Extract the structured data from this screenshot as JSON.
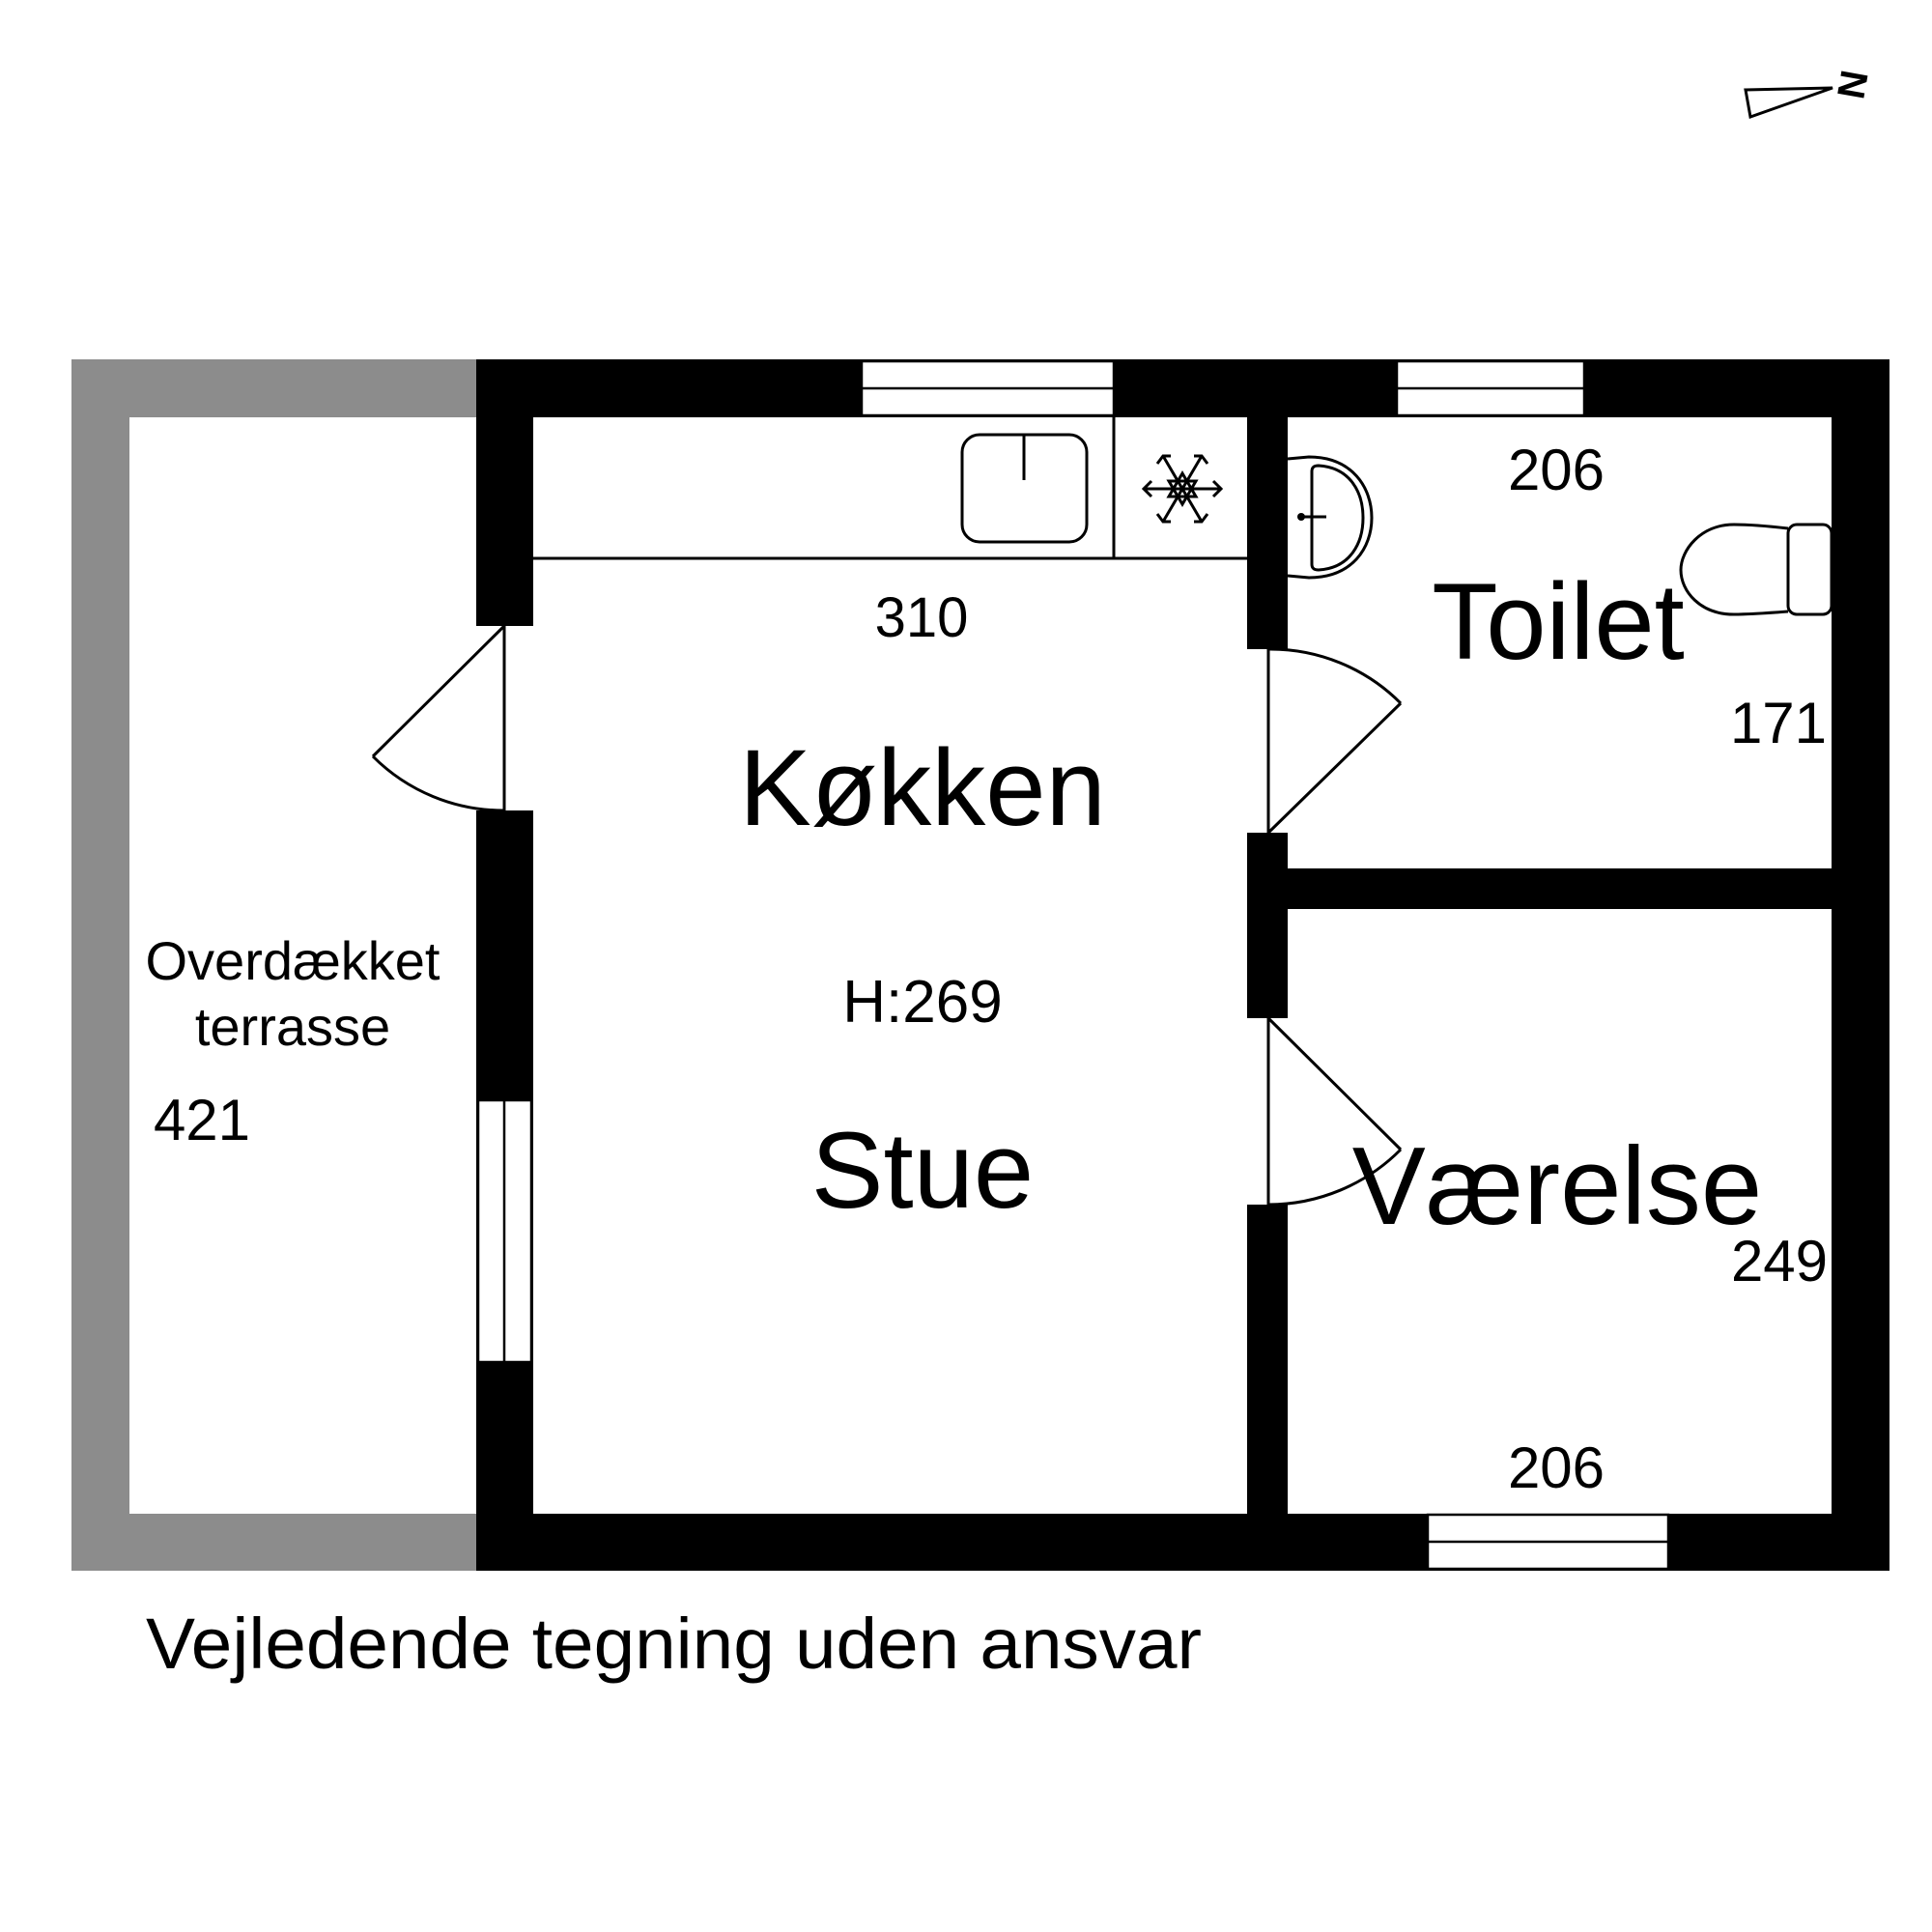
{
  "compass": {
    "label": "N",
    "icon": "north-arrow-icon"
  },
  "colors": {
    "wall": "#000000",
    "terrace": "#8c8c8c",
    "background": "#ffffff"
  },
  "rooms": {
    "terrace": {
      "name_line1": "Overdækket",
      "name_line2": "terrasse",
      "length": "421"
    },
    "kitchen": {
      "name": "Køkken",
      "width": "310",
      "ceiling_height": "H:269"
    },
    "living": {
      "name": "Stue"
    },
    "toilet": {
      "name": "Toilet",
      "width": "206",
      "length": "171"
    },
    "bedroom": {
      "name": "Værelse",
      "width": "206",
      "length": "249"
    }
  },
  "fixtures": {
    "kitchen_sink": "sink-icon",
    "fridge": "snowflake-icon",
    "washbasin": "washbasin-icon",
    "wc": "toilet-icon"
  },
  "caption": "Vejledende tegning uden ansvar"
}
